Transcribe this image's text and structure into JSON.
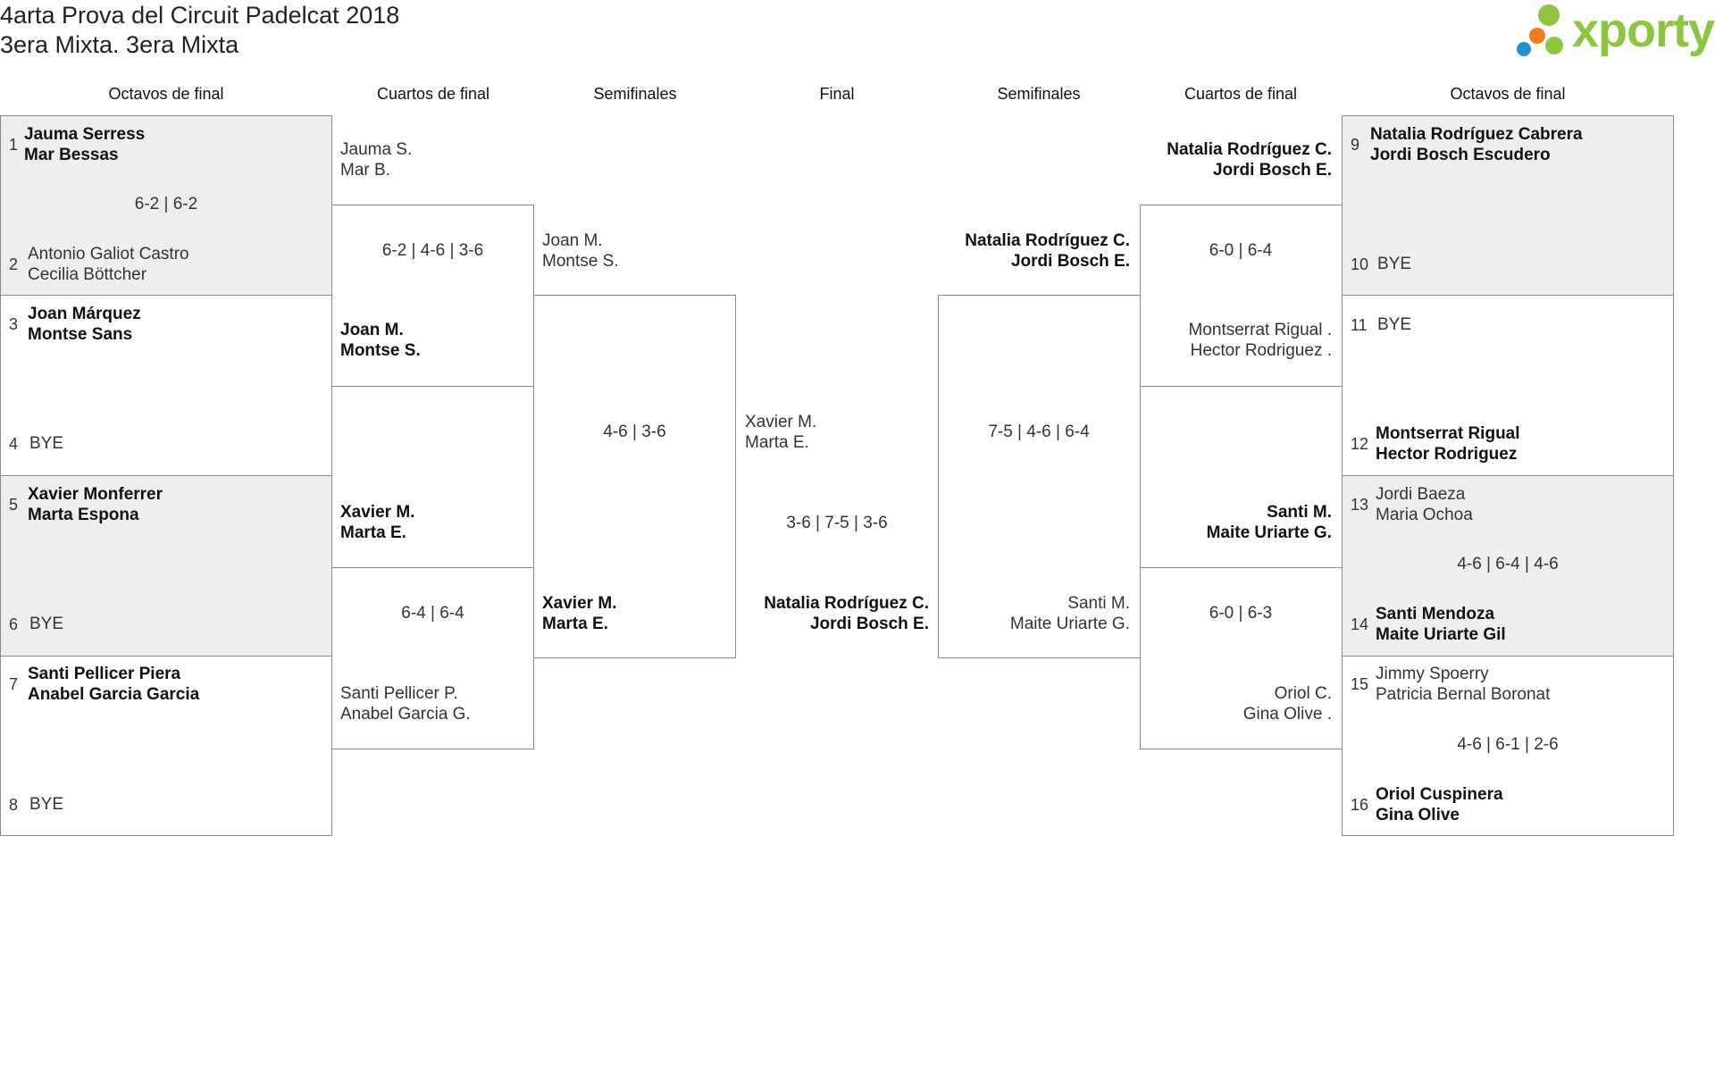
{
  "header": {
    "title": "4arta Prova del Circuit Padelcat 2018",
    "subtitle": "3era Mixta. 3era Mixta",
    "logo_text": "xporty"
  },
  "rounds": {
    "left_r16": "Octavos de final",
    "left_qf": "Cuartos de final",
    "left_sf": "Semifinales",
    "final": "Final",
    "right_sf": "Semifinales",
    "right_qf": "Cuartos de final",
    "right_r16": "Octavos de final"
  },
  "r16": [
    {
      "num": "1",
      "p1": "Jauma Serress",
      "p2": "Mar Bessas"
    },
    {
      "num": "2",
      "p1": "Antonio Galiot Castro",
      "p2": "Cecilia Böttcher"
    },
    {
      "num": "3",
      "p1": "Joan Márquez",
      "p2": "Montse Sans"
    },
    {
      "num": "4",
      "p1": "BYE"
    },
    {
      "num": "5",
      "p1": "Xavier Monferrer",
      "p2": "Marta Espona"
    },
    {
      "num": "6",
      "p1": "BYE"
    },
    {
      "num": "7",
      "p1": "Santi Pellicer Piera",
      "p2": "Anabel Garcia Garcia"
    },
    {
      "num": "8",
      "p1": "BYE"
    },
    {
      "num": "9",
      "p1": "Natalia Rodríguez Cabrera",
      "p2": "Jordi Bosch Escudero"
    },
    {
      "num": "10",
      "p1": "BYE"
    },
    {
      "num": "11",
      "p1": "BYE"
    },
    {
      "num": "12",
      "p1": "Montserrat Rigual",
      "p2": "Hector Rodriguez"
    },
    {
      "num": "13",
      "p1": "Jordi Baeza",
      "p2": "Maria Ochoa"
    },
    {
      "num": "14",
      "p1": "Santi Mendoza",
      "p2": "Maite Uriarte Gil"
    },
    {
      "num": "15",
      "p1": "Jimmy Spoerry",
      "p2": "Patricia Bernal Boronat"
    },
    {
      "num": "16",
      "p1": "Oriol Cuspinera",
      "p2": "Gina Olive"
    }
  ],
  "r16_scores": {
    "m1": "6-2 | 6-2",
    "m7": "4-6 | 6-4 | 4-6",
    "m8": "4-6 | 6-1 | 2-6"
  },
  "qf": {
    "l1": {
      "p1": "Jauma S.",
      "p2": "Mar B."
    },
    "l2": {
      "p1": "Joan M.",
      "p2": "Montse S."
    },
    "l3": {
      "p1": "Xavier M.",
      "p2": "Marta E."
    },
    "l4": {
      "p1": "Santi Pellicer P.",
      "p2": "Anabel Garcia G."
    },
    "r1": {
      "p1": "Natalia Rodríguez C.",
      "p2": "Jordi Bosch E."
    },
    "r2": {
      "p1": "Montserrat Rigual .",
      "p2": "Hector Rodriguez ."
    },
    "r3": {
      "p1": "Santi M.",
      "p2": "Maite Uriarte G."
    },
    "r4": {
      "p1": "Oriol C.",
      "p2": "Gina Olive ."
    }
  },
  "qf_scores": {
    "l_top": "6-2 | 4-6 | 3-6",
    "l_bot": "6-4 | 6-4",
    "r_top": "6-0 | 6-4",
    "r_bot": "6-0 | 6-3"
  },
  "sf": {
    "l1": {
      "p1": "Joan M.",
      "p2": "Montse S."
    },
    "l2": {
      "p1": "Xavier M.",
      "p2": "Marta E."
    },
    "r1": {
      "p1": "Natalia Rodríguez C.",
      "p2": "Jordi Bosch E."
    },
    "r2": {
      "p1": "Santi M.",
      "p2": "Maite Uriarte G."
    }
  },
  "sf_scores": {
    "left": "4-6 | 3-6",
    "right": "7-5 | 4-6 | 6-4"
  },
  "final": {
    "p_top": {
      "p1": "Xavier M.",
      "p2": "Marta E."
    },
    "p_bot": {
      "p1": "Natalia Rodríguez C.",
      "p2": "Jordi Bosch E."
    },
    "score": "3-6 | 7-5 | 3-6"
  },
  "colors": {
    "logo_green": "#8cc63f",
    "logo_blue": "#1f8fd6",
    "logo_orange": "#f07d1b",
    "cell_grey": "#eeeeee",
    "border": "#8a8a8a"
  }
}
